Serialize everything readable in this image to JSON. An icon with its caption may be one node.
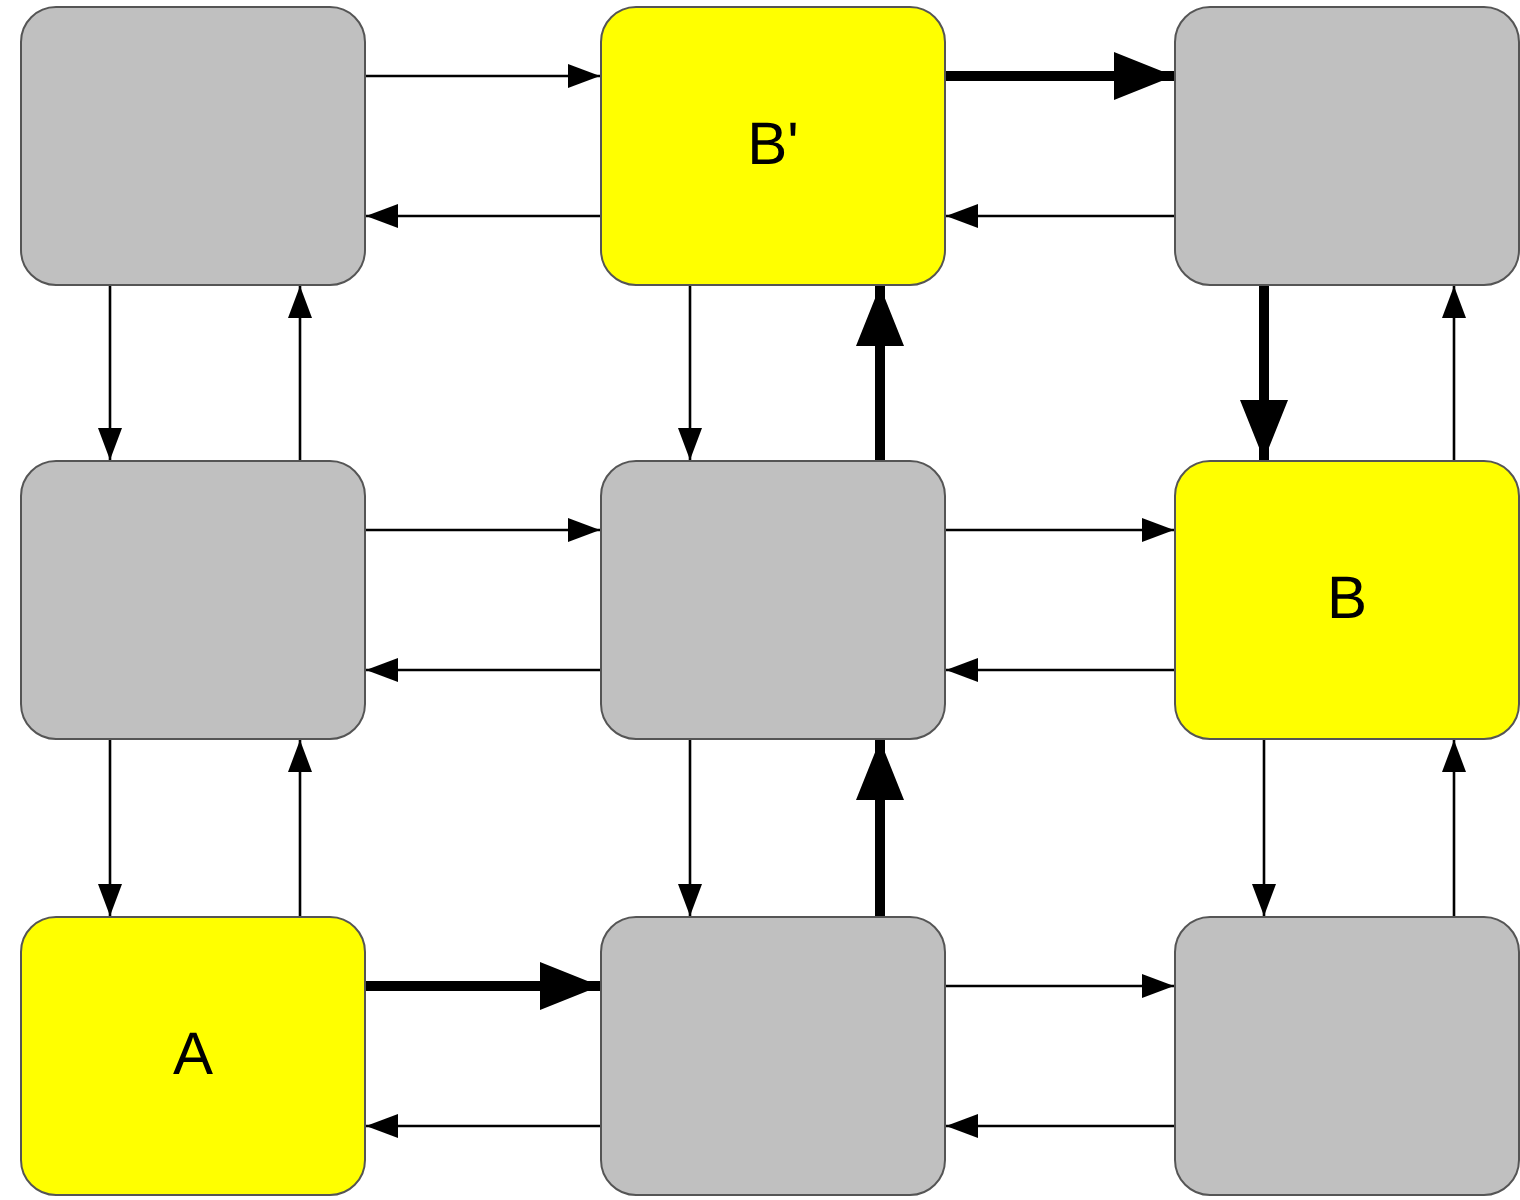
{
  "diagram": {
    "nodes": [
      {
        "text": [],
        "shape": "box"
      },
      {
        "text": [
          "B'"
        ]
      },
      {
        "text": [],
        "shape": "box"
      },
      {
        "text": [],
        "shape": "box"
      },
      {
        "text": [],
        "shape": "box"
      },
      {
        "text": [
          "B"
        ]
      },
      {
        "text": [
          "A"
        ]
      },
      {
        "text": [],
        "shape": "box"
      },
      {
        "text": [],
        "shape": "box"
      }
    ],
    "edges": [
      {
        "from": 0,
        "to": 1,
        "arrow": "to"
      },
      {
        "from": 1,
        "to": 0,
        "arrow": "to"
      },
      {
        "from": 1,
        "to": 2,
        "arrow": "to",
        "style": "thick"
      },
      {
        "from": 2,
        "to": 1,
        "arrow": "to"
      },
      {
        "from": 0,
        "to": 3,
        "arrow": "to"
      },
      {
        "from": 3,
        "to": 0,
        "arrow": "to"
      },
      {
        "from": 1,
        "to": 4,
        "arrow": "to"
      },
      {
        "from": 4,
        "to": 1,
        "arrow": "to",
        "style": "thick"
      },
      {
        "from": 2,
        "to": 5,
        "arrow": "to",
        "style": "thick"
      },
      {
        "from": 5,
        "to": 2,
        "arrow": "to"
      },
      {
        "from": 3,
        "to": 4,
        "arrow": "to"
      },
      {
        "from": 4,
        "to": 3,
        "arrow": "to"
      },
      {
        "from": 4,
        "to": 5,
        "arrow": "to"
      },
      {
        "from": 5,
        "to": 4,
        "arrow": "to"
      },
      {
        "from": 3,
        "to": 6,
        "arrow": "to"
      },
      {
        "from": 6,
        "to": 3,
        "arrow": "to"
      },
      {
        "from": 4,
        "to": 7,
        "arrow": "to"
      },
      {
        "from": 7,
        "to": 4,
        "arrow": "to",
        "style": "thick"
      },
      {
        "from": 5,
        "to": 8,
        "arrow": "to"
      },
      {
        "from": 8,
        "to": 5,
        "arrow": "to"
      },
      {
        "from": 6,
        "to": 7,
        "arrow": "to",
        "style": "thick"
      },
      {
        "from": 7,
        "to": 6,
        "arrow": "to"
      },
      {
        "from": 7,
        "to": 8,
        "arrow": "to"
      },
      {
        "from": 8,
        "to": 7,
        "arrow": "to"
      }
    ]
  }
}
